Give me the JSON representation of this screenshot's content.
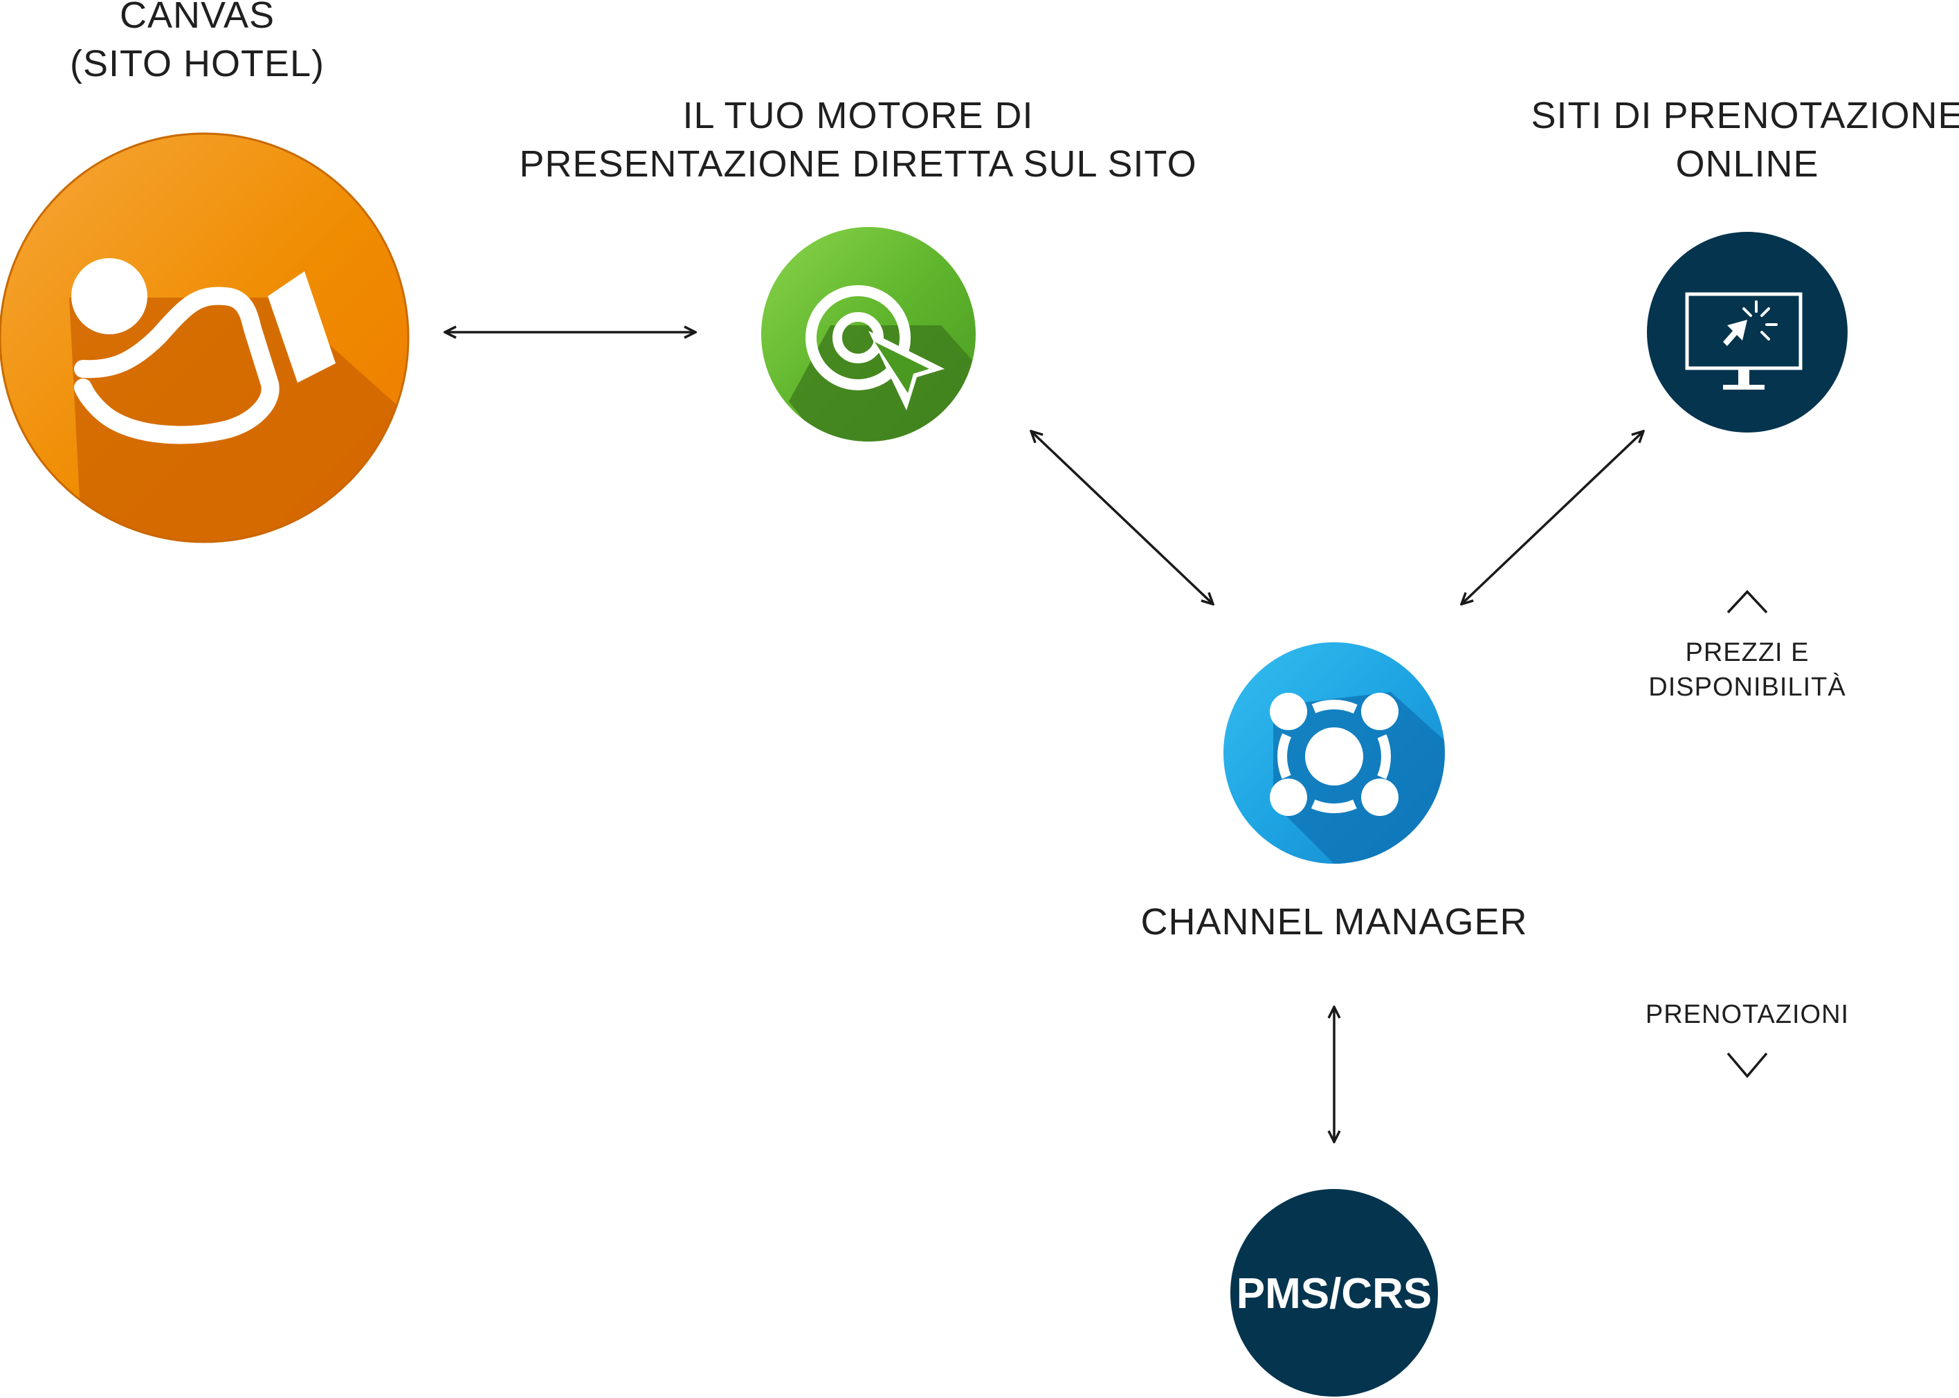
{
  "nodes": {
    "canvas": {
      "label_line1": "CANVAS",
      "label_line2": "(SITO HOTEL)",
      "color": "#f08a00",
      "icon": "pen-signature-icon"
    },
    "booking_engine": {
      "label_line1": "IL TUO MOTORE DI",
      "label_line2": "PRESENTAZIONE DIRETTA SUL SITO",
      "color": "#5bb52e",
      "icon": "target-cursor-icon"
    },
    "booking_sites": {
      "label_line1": "SITI DI PRENOTAZIONE",
      "label_line2": "ONLINE",
      "color": "#04344e",
      "icon": "monitor-click-icon"
    },
    "channel_manager": {
      "label": "CHANNEL MANAGER",
      "color": "#1f9fde",
      "icon": "network-hub-icon"
    },
    "pms": {
      "label": "PMS/CRS",
      "color": "#04344e"
    }
  },
  "flows": {
    "up_label_line1": "PREZZI E",
    "up_label_line2": "DISPONIBILITÀ",
    "down_label": "PRENOTAZIONI"
  }
}
